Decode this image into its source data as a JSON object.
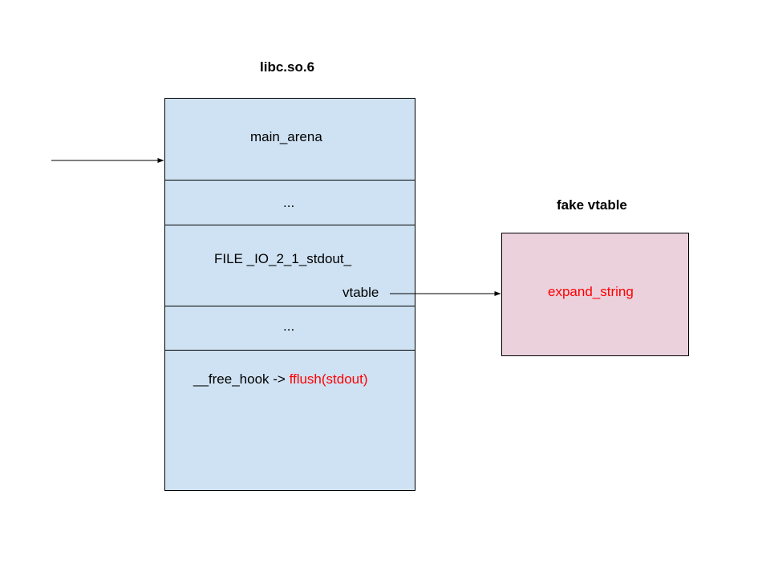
{
  "libc": {
    "title": "libc.so.6",
    "cells": {
      "main_arena": "main_arena",
      "ellipsis_1": "...",
      "file_stdout": "FILE _IO_2_1_stdout_",
      "vtable_field": "vtable",
      "ellipsis_2": "...",
      "free_hook_prefix": "__free_hook -> ",
      "free_hook_target": "fflush(stdout)"
    }
  },
  "fake_vtable": {
    "title": "fake vtable",
    "entry": "expand_string"
  },
  "colors": {
    "libc_fill": "#cfe2f3",
    "fake_vtable_fill": "#ead1dc",
    "highlight_text": "#ff0000"
  }
}
